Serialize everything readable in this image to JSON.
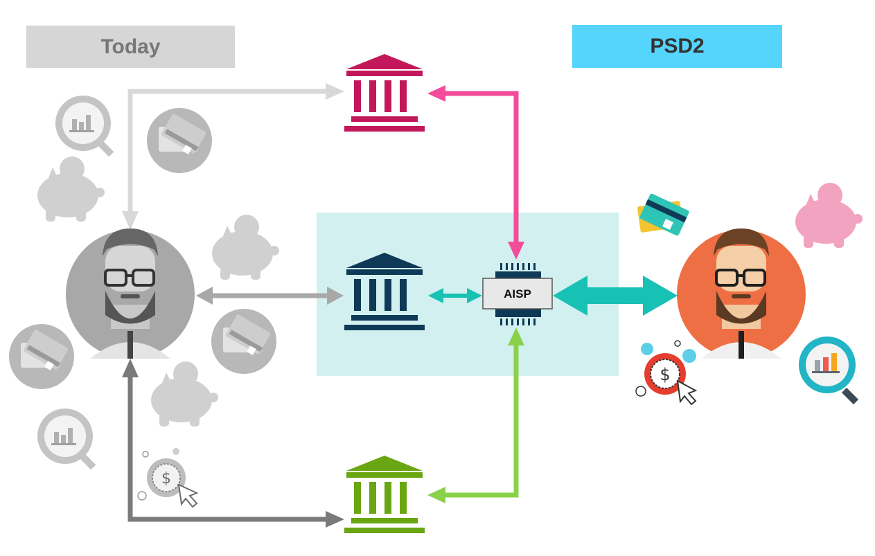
{
  "labels": {
    "today": "Today",
    "psd2": "PSD2",
    "aisp": "AISP"
  },
  "colors": {
    "today_bg": "#d6d6d6",
    "psd2_bg": "#55d4fc",
    "bank_top": "#c2185b",
    "bank_middle": "#0e3a57",
    "bank_bottom": "#6aa512",
    "arrow_pink": "#f24c9a",
    "arrow_teal": "#17c1b4",
    "arrow_green": "#8ad14a",
    "arrow_grey_light": "#d8d8d8",
    "arrow_grey_mid": "#a8a8a8",
    "arrow_grey_dark": "#7a7a7a",
    "psd2_panel": "#d3f0f0",
    "person_color_bg": "#ef6f44"
  },
  "icons": {
    "today_side": [
      "analytics-magnifier-icon",
      "credit-card-icon",
      "piggy-bank-icon",
      "dollar-click-icon"
    ],
    "psd2_side": [
      "credit-card-icon",
      "piggy-bank-icon",
      "dollar-click-icon",
      "analytics-magnifier-icon"
    ],
    "banks": [
      "bank-icon-top",
      "bank-icon-middle",
      "bank-icon-bottom"
    ]
  }
}
